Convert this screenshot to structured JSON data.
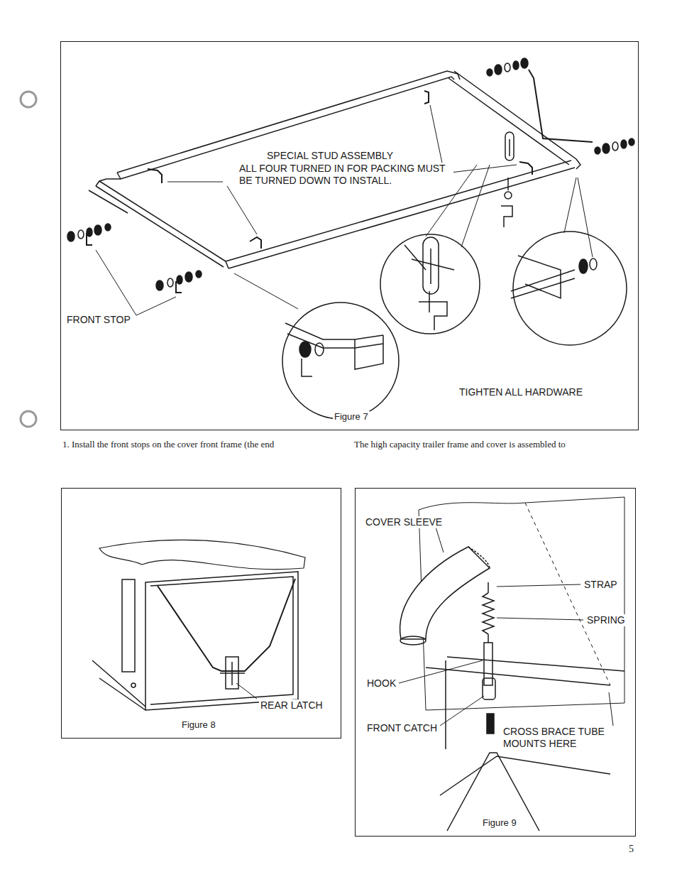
{
  "diagram": {
    "nodes": [
      {
        "text": [
          "SPECIAL STUD ASSEMBLY",
          "ALL FOUR TURNED IN FOR PACKING MUST BE TURNED DOWN TO INSTALL.",
          "FRONT STOP",
          "TIGHTEN ALL HARDWARE",
          "Figure 7"
        ]
      },
      {
        "text": [
          "REAR LATCH",
          "Figure 8"
        ]
      },
      {
        "text": [
          "COVER SLEEVE",
          "STRAP",
          "SPRING",
          "HOOK",
          "FRONT CATCH",
          "CROSS BRACE TUBE MOUNTS HERE",
          "Figure 9"
        ]
      }
    ],
    "labels": [
      "1. Install the front stops on the cover front frame (the end",
      "The high capacity trailer frame and cover is assembled to",
      "5"
    ]
  }
}
